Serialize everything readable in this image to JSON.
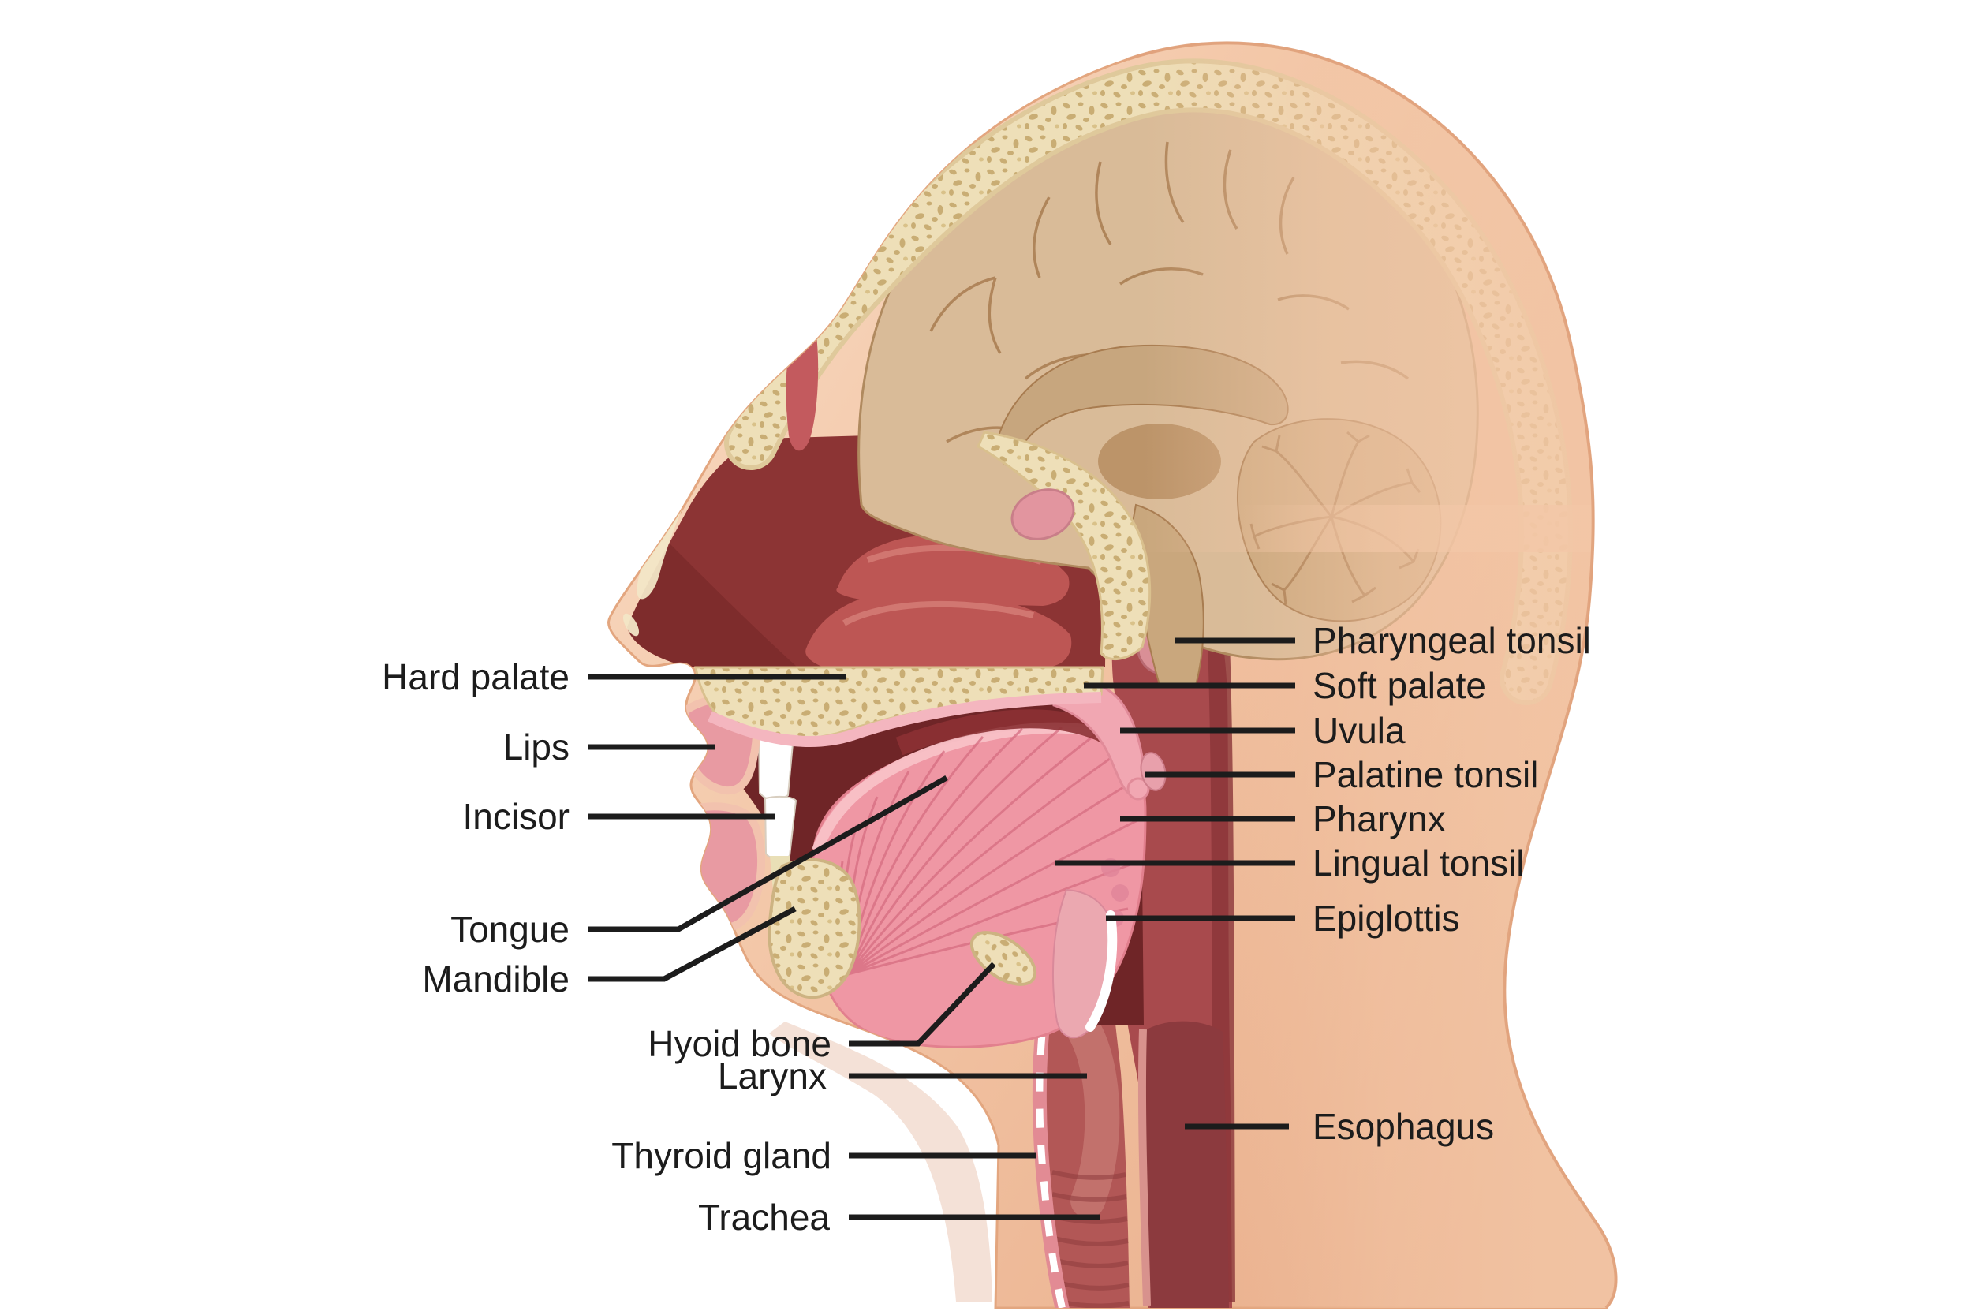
{
  "figure": {
    "type": "medical-sagittal-head-diagram",
    "background_color": "#ffffff",
    "label_text_color": "#1c1c1c",
    "leader_line_color": "#1c1c1c"
  },
  "labels": {
    "hard_palate": "Hard palate",
    "lips": "Lips",
    "incisor": "Incisor",
    "tongue": "Tongue",
    "mandible": "Mandible",
    "hyoid_bone": "Hyoid bone",
    "larynx": "Larynx",
    "thyroid_gland": "Thyroid gland",
    "trachea": "Trachea",
    "pharyngeal_tonsil": "Pharyngeal tonsil",
    "soft_palate": "Soft palate",
    "uvula": "Uvula",
    "palatine_tonsil": "Palatine tonsil",
    "pharynx": "Pharynx",
    "lingual_tonsil": "Lingual tonsil",
    "epiglottis": "Epiglottis",
    "esophagus": "Esophagus"
  },
  "colors": {
    "skin": "#f2c4a4",
    "skin_shadow": "#e3a67f",
    "bone": "#eedfb8",
    "bone_speckle": "#c6a86c",
    "brain": "#d9bb98",
    "brain_lines": "#a87c50",
    "nasal_cavity": "#8c3434",
    "turbinate": "#bd5654",
    "mouth": "#6f2527",
    "tongue": "#ef97a4",
    "tongue_stripe": "#d56c80",
    "lips": "#e89aa2",
    "teeth": "#ffffff",
    "soft_palate": "#f1a7b2",
    "pharynx": "#a84a4d",
    "esophagus": "#8c3a3e",
    "larynx_trachea": "#b25756",
    "white_cartilage": "#ffffff"
  }
}
